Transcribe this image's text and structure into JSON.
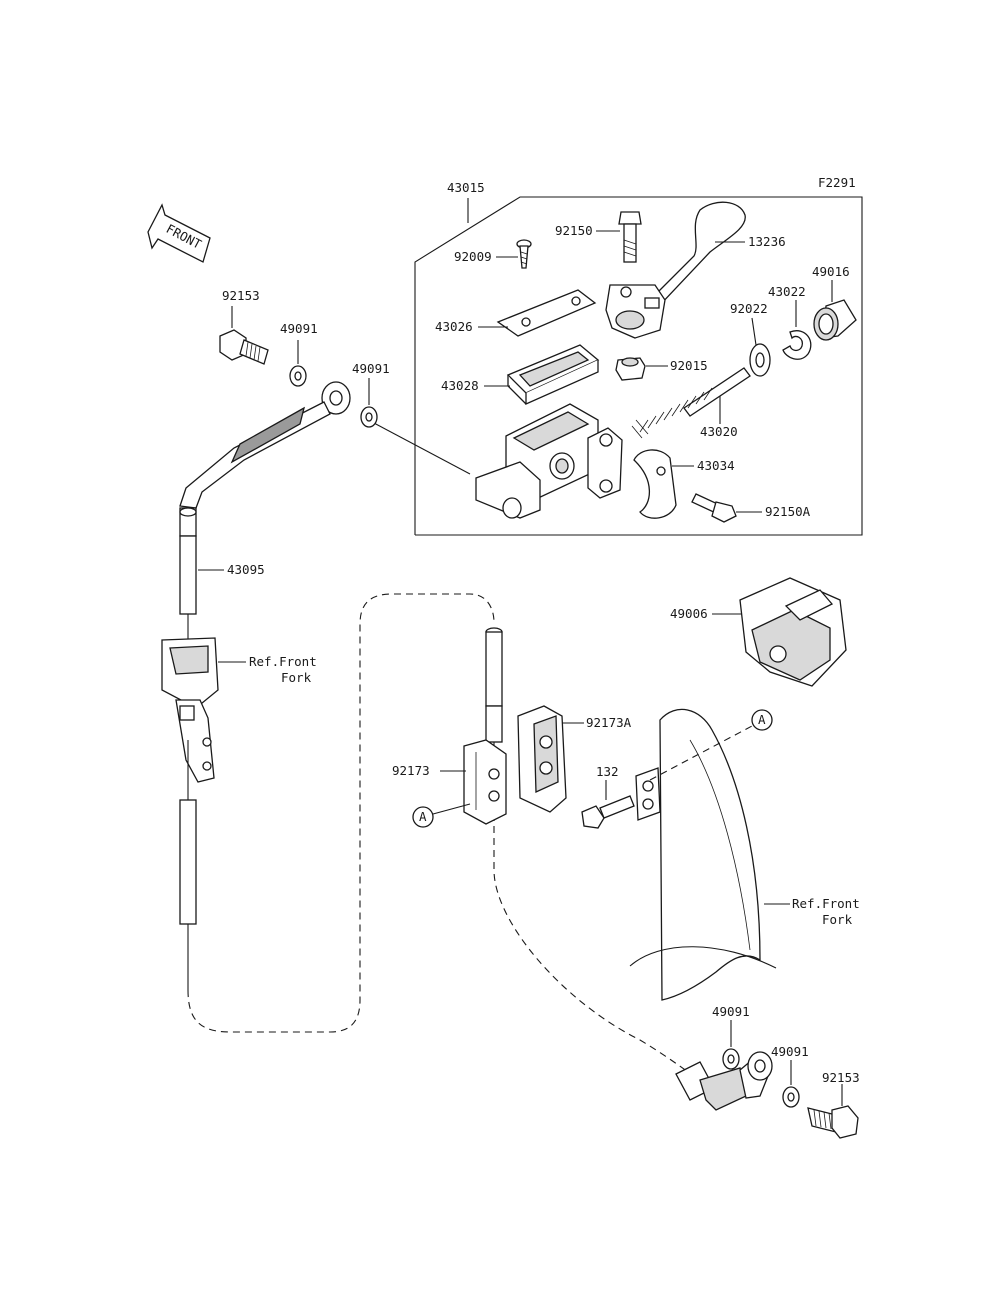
{
  "diagram": {
    "figure_code": "F2291",
    "front_label": "FRONT",
    "callout_letter": "A",
    "ref_front_fork": [
      "Ref.Front",
      "Fork"
    ],
    "parts": {
      "p43015": "43015",
      "p92150": "92150",
      "p13236": "13236",
      "p92009": "92009",
      "p43022": "43022",
      "p49016": "49016",
      "p92022": "92022",
      "p43026": "43026",
      "p92015": "92015",
      "p43028": "43028",
      "p43020": "43020",
      "p43034": "43034",
      "p92150A": "92150A",
      "p92153_top": "92153",
      "p49091_top_a": "49091",
      "p49091_top_b": "49091",
      "p43095": "43095",
      "p49006": "49006",
      "p92173A": "92173A",
      "p92173": "92173",
      "p132": "132",
      "p49091_bot_a": "49091",
      "p49091_bot_b": "49091",
      "p92153_bot": "92153"
    }
  }
}
